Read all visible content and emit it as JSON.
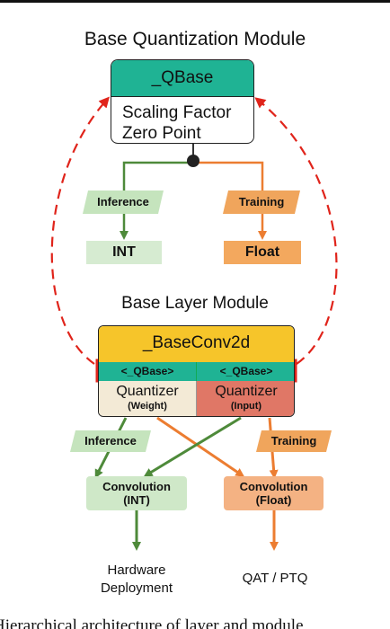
{
  "top_title": "Base Quantization Module",
  "qbase": {
    "header": "_QBase",
    "line1": "Scaling Factor",
    "line2": "Zero Point"
  },
  "tags_top": {
    "inference": "Inference",
    "training": "Training"
  },
  "results_top": {
    "int": "INT",
    "float": "Float"
  },
  "layer_title": "Base Layer Module",
  "conv": {
    "header": "_BaseConv2d",
    "sub_left": "<_QBase>",
    "sub_right": "<_QBase>",
    "q_left_label": "Quantizer",
    "q_left_sub": "(Weight)",
    "q_right_label": "Quantizer",
    "q_right_sub": "(Input)"
  },
  "tags_bottom": {
    "inference": "Inference",
    "training": "Training"
  },
  "outputs": {
    "int_label": "Convolution",
    "int_sub": "(INT)",
    "float_label": "Convolution",
    "float_sub": "(Float)"
  },
  "bottom": {
    "hw_line1": "Hardware",
    "hw_line2": "Deployment",
    "qat": "QAT / PTQ"
  },
  "caption": "Hierarchical architecture of layer and module",
  "colors": {
    "teal": "#1fb394",
    "green_arrow": "#4e8a3a",
    "orange_arrow": "#ec7d31",
    "red_dashed": "#e0241b",
    "yellow": "#f6c52a"
  }
}
